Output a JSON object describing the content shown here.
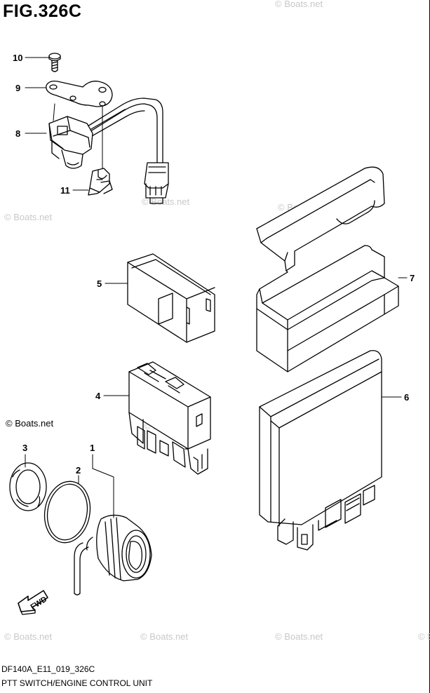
{
  "figure": {
    "title": "FIG.326C",
    "code": "DF140A_E11_019_326C",
    "caption": "PTT SWITCH/ENGINE CONTROL UNIT"
  },
  "callouts": [
    {
      "id": "1",
      "label": "1"
    },
    {
      "id": "2",
      "label": "2"
    },
    {
      "id": "3",
      "label": "3"
    },
    {
      "id": "4",
      "label": "4"
    },
    {
      "id": "5",
      "label": "5"
    },
    {
      "id": "6",
      "label": "6"
    },
    {
      "id": "7",
      "label": "7"
    },
    {
      "id": "8",
      "label": "8"
    },
    {
      "id": "9",
      "label": "9"
    },
    {
      "id": "10",
      "label": "10"
    },
    {
      "id": "11",
      "label": "11"
    }
  ],
  "watermark": {
    "text": "© Boats.net"
  },
  "fwd_label": "FWD"
}
